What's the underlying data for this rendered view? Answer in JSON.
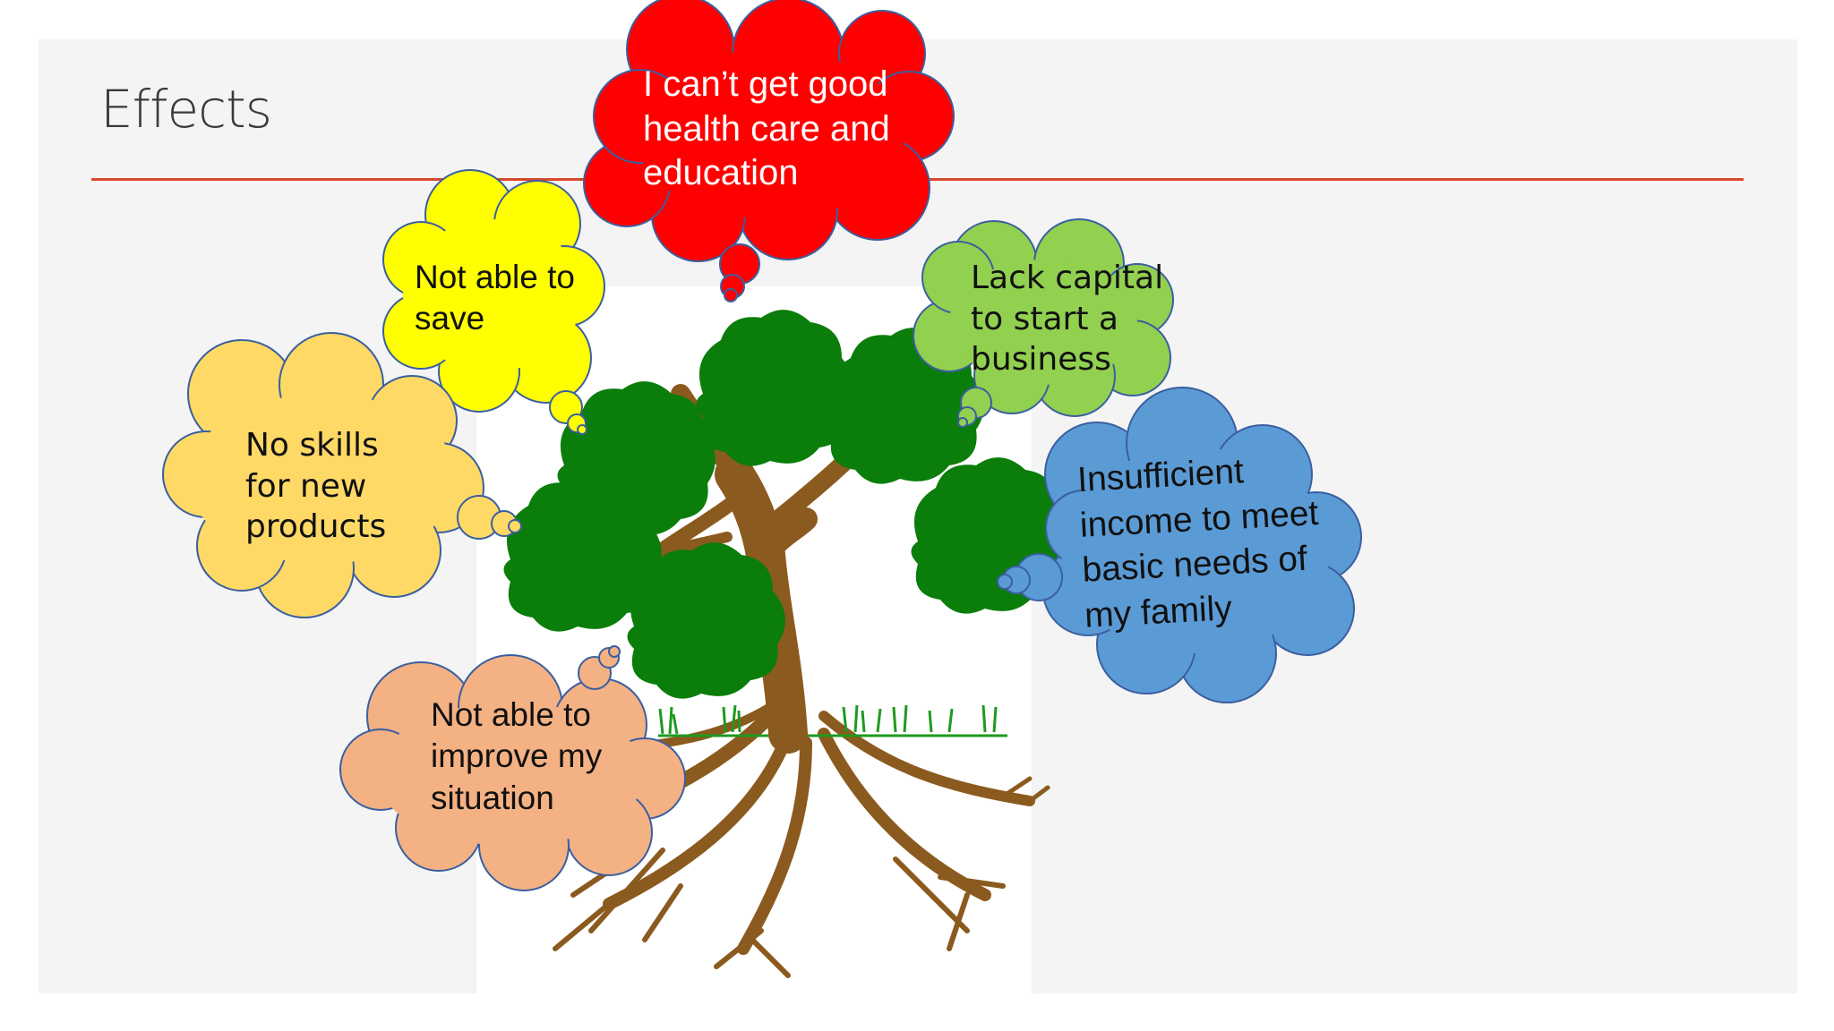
{
  "slide": {
    "title": "Effects"
  },
  "colors": {
    "accent_rule": "#d9472b",
    "trunk": "#8b5a1e",
    "foliage": "#0a7d0a",
    "grass": "#1e9a1e"
  },
  "bubbles": [
    {
      "id": "health",
      "lines": [
        "I can’t get good",
        "health care and",
        "education"
      ],
      "fill": "#ff0000",
      "text_color": "#ffffff"
    },
    {
      "id": "save",
      "lines": [
        "Not able to",
        "save"
      ],
      "fill": "#ffff00",
      "text_color": "#111111"
    },
    {
      "id": "capital",
      "lines": [
        "Lack capital",
        "to start a",
        "business"
      ],
      "fill": "#92d050",
      "text_color": "#111111"
    },
    {
      "id": "skills",
      "lines": [
        "No skills",
        "for new",
        "products"
      ],
      "fill": "#ffd966",
      "text_color": "#111111"
    },
    {
      "id": "income",
      "lines": [
        "Insufficient",
        "income to meet",
        "basic needs of",
        "my family"
      ],
      "fill": "#5b9bd5",
      "text_color": "#111111"
    },
    {
      "id": "improve",
      "lines": [
        "Not able to",
        "improve my",
        "situation"
      ],
      "fill": "#f4b183",
      "text_color": "#111111"
    }
  ]
}
